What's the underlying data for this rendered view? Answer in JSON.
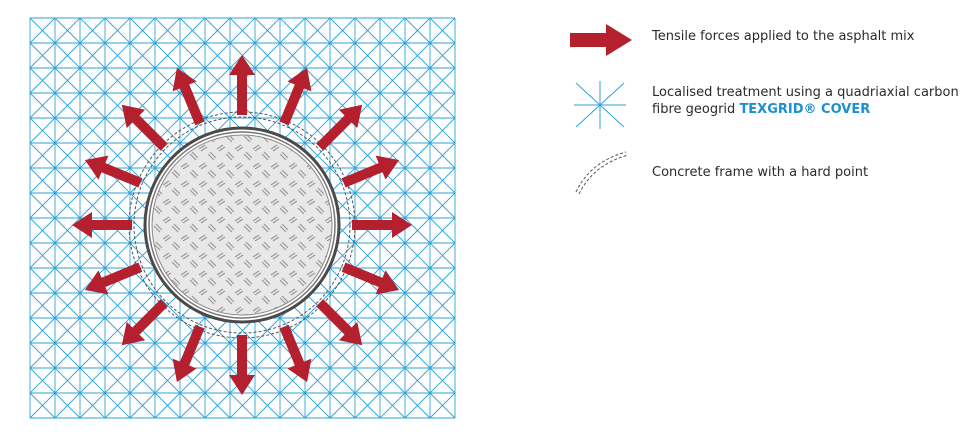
{
  "colors": {
    "grid": "#2ea3d9",
    "arrow": "#b5202e",
    "frame_ring": "#444444",
    "plate_fill": "#e4e4e4",
    "plate_pattern": "#9a9a9a",
    "dashed": "#555555",
    "brand": "#1b8fd1"
  },
  "icons": {
    "arrow": "tensile-arrow-icon",
    "grid": "quadriaxial-grid-icon",
    "frame": "dashed-arc-icon"
  },
  "legend": {
    "tensile": {
      "text": "Tensile forces applied to the asphalt mix"
    },
    "geogrid": {
      "text": "Localised treatment using a quadriaxial carbon fibre geogrid ",
      "brand": "TEXGRID® COVER"
    },
    "frame": {
      "text": "Concrete frame with a hard point"
    }
  }
}
